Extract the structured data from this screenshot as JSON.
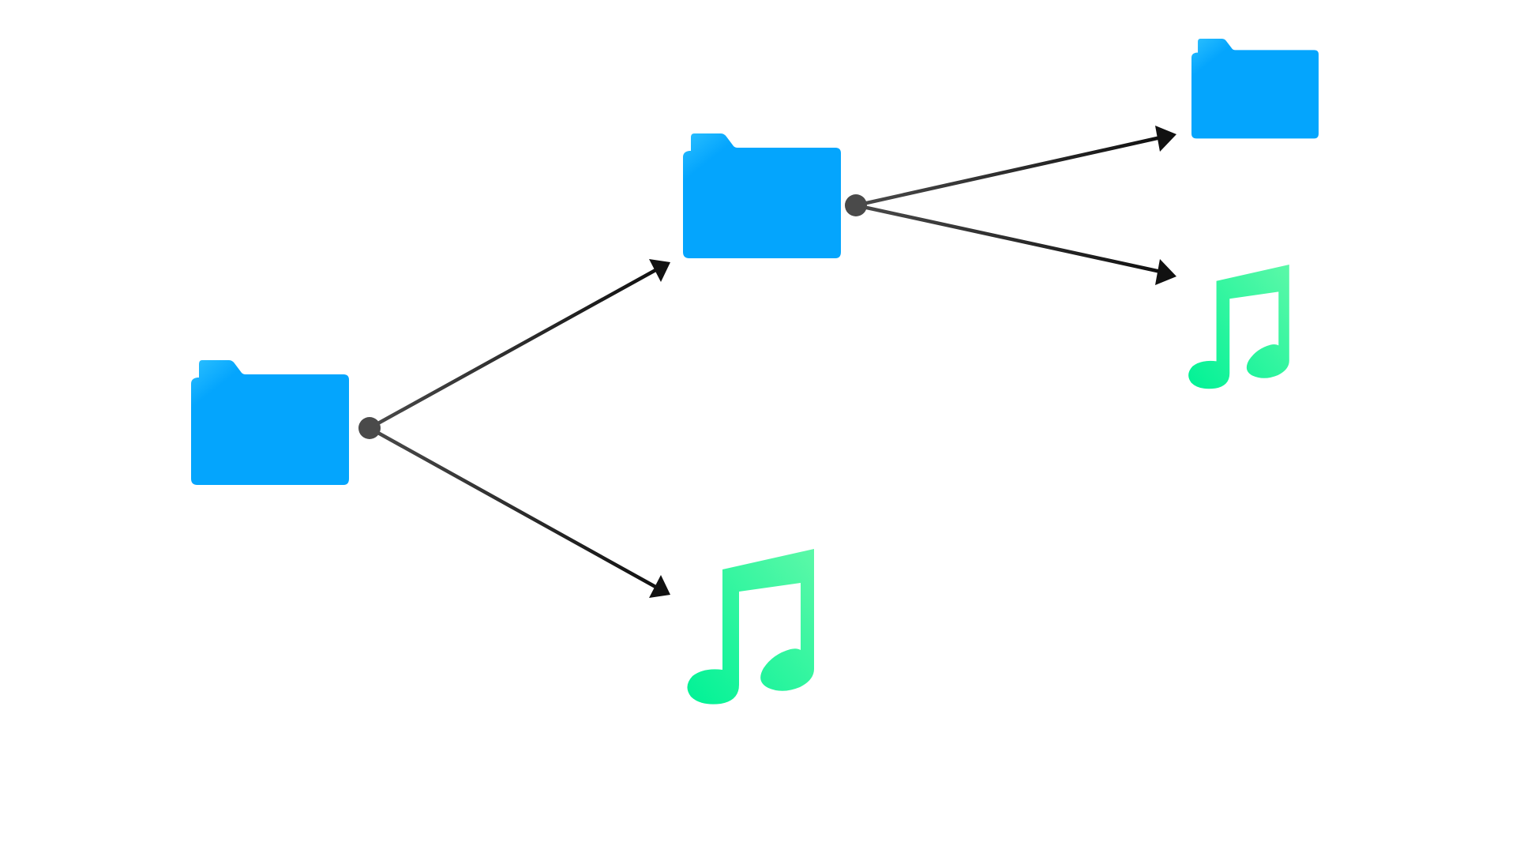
{
  "diagram": {
    "kind": "file-tree",
    "nodes": [
      {
        "id": "root",
        "type": "folder",
        "icon": "folder-icon"
      },
      {
        "id": "child-folder",
        "type": "folder",
        "icon": "folder-icon"
      },
      {
        "id": "child-music",
        "type": "music-file",
        "icon": "music-note-icon"
      },
      {
        "id": "grandchild-folder",
        "type": "folder",
        "icon": "folder-icon"
      },
      {
        "id": "grandchild-music",
        "type": "music-file",
        "icon": "music-note-icon"
      }
    ],
    "edges": [
      {
        "from": "root",
        "to": "child-folder"
      },
      {
        "from": "root",
        "to": "child-music"
      },
      {
        "from": "child-folder",
        "to": "grandchild-folder"
      },
      {
        "from": "child-folder",
        "to": "grandchild-music"
      }
    ]
  },
  "colors": {
    "folder_main": "#04a5fd",
    "folder_light": "#2cc0ff",
    "music_light": "#5cf8a8",
    "music_dark": "#00f296",
    "connector_dot": "#4a4a4a",
    "arrow": "#111111"
  }
}
